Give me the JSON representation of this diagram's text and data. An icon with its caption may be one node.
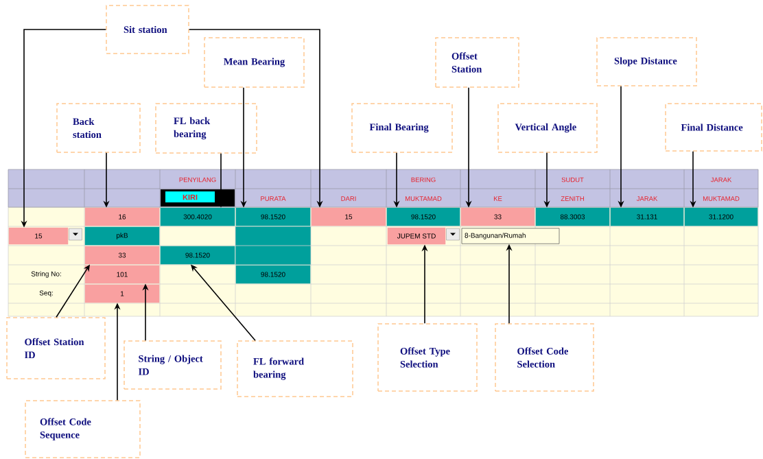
{
  "diagram": {
    "nodes": [
      {
        "text": [
          "Sit station"
        ]
      },
      {
        "text": [
          "Mean Bearing"
        ]
      },
      {
        "text": [
          "Offset Station"
        ]
      },
      {
        "text": [
          "Slope Distance"
        ]
      },
      {
        "text": [
          "Back station"
        ]
      },
      {
        "text": [
          "FL back bearing"
        ]
      },
      {
        "text": [
          "Final Bearing"
        ]
      },
      {
        "text": [
          "Vertical Angle"
        ]
      },
      {
        "text": [
          "Final Distance"
        ]
      },
      {
        "text": [
          "Offset Station ID"
        ]
      },
      {
        "text": [
          "String / Object ID"
        ]
      },
      {
        "text": [
          "FL forward bearing"
        ]
      },
      {
        "text": [
          "Offset Type Selection"
        ]
      },
      {
        "text": [
          "Offset Code Selection"
        ]
      },
      {
        "text": [
          "Offset Code Sequence"
        ]
      },
      {
        "text": [
          "16"
        ]
      },
      {
        "text": [
          "300.4020"
        ]
      },
      {
        "text": [
          "98.1520"
        ]
      },
      {
        "text": [
          "15"
        ]
      },
      {
        "text": [
          "98.1520"
        ]
      },
      {
        "text": [
          "33"
        ]
      },
      {
        "text": [
          "88.3003"
        ]
      },
      {
        "text": [
          "31.131"
        ]
      },
      {
        "text": [
          "31.1200"
        ]
      },
      {
        "text": [
          "15"
        ]
      },
      {
        "text": [
          "JUPEM STD"
        ]
      },
      {
        "text": [
          "8-Bangunan/Rumah"
        ]
      },
      {
        "text": [
          "33"
        ]
      },
      {
        "text": [
          "98.1520"
        ]
      },
      {
        "text": [
          "101"
        ]
      },
      {
        "text": [
          "1"
        ]
      }
    ],
    "edges": [
      {
        "from": 0,
        "to": 24,
        "arrow": "to"
      },
      {
        "from": 0,
        "to": 18,
        "arrow": "to"
      },
      {
        "from": 1,
        "to": 17,
        "arrow": "to"
      },
      {
        "from": 2,
        "to": 20,
        "arrow": "to"
      },
      {
        "from": 3,
        "to": 22,
        "arrow": "to"
      },
      {
        "from": 4,
        "to": 15,
        "arrow": "to"
      },
      {
        "from": 5,
        "to": 16,
        "arrow": "to"
      },
      {
        "from": 6,
        "to": 19,
        "arrow": "to"
      },
      {
        "from": 7,
        "to": 21,
        "arrow": "to"
      },
      {
        "from": 8,
        "to": 23,
        "arrow": "to"
      },
      {
        "from": 9,
        "to": 27,
        "arrow": "to"
      },
      {
        "from": 10,
        "to": 29,
        "arrow": "to"
      },
      {
        "from": 11,
        "to": 28,
        "arrow": "to"
      },
      {
        "from": 12,
        "to": 25,
        "arrow": "to"
      },
      {
        "from": 13,
        "to": 26,
        "arrow": "to"
      },
      {
        "from": 14,
        "to": 30,
        "arrow": "to"
      }
    ],
    "labels": [
      "PENYILANG",
      "BERING",
      "SUDUT",
      "JARAK",
      "KIRI",
      "PURATA",
      "DARI",
      "MUKTAMAD",
      "KE",
      "ZENITH",
      "JARAK",
      "MUKTAMAD",
      "pkB",
      "String No:",
      "98.1520",
      "Seq:"
    ]
  }
}
